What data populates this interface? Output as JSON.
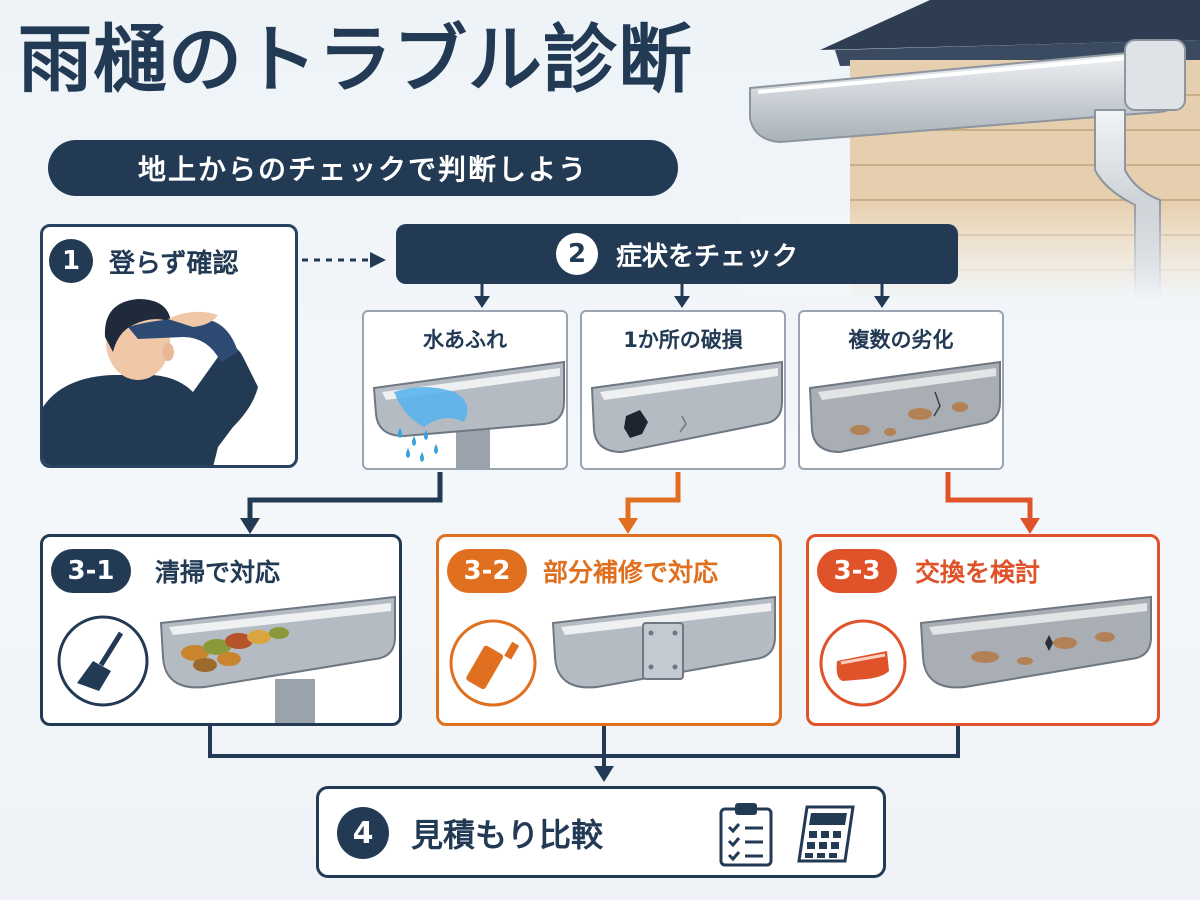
{
  "title": "雨樋のトラブル診断",
  "subtitle": "地上からのチェックで判断しよう",
  "step1": {
    "num": "1",
    "label": "登らず確認"
  },
  "step2": {
    "num": "2",
    "label": "症状をチェック"
  },
  "symptoms": [
    {
      "label": "水あふれ"
    },
    {
      "label": "1か所の破損"
    },
    {
      "label": "複数の劣化"
    }
  ],
  "actions": [
    {
      "num": "3-1",
      "label": "清掃で対応",
      "color": "#233a55"
    },
    {
      "num": "3-2",
      "label": "部分補修で対応",
      "color": "#e07020"
    },
    {
      "num": "3-3",
      "label": "交換を検討",
      "color": "#e0532a"
    }
  ],
  "step4": {
    "num": "4",
    "label": "見積もり比較"
  },
  "colors": {
    "navy": "#233a55",
    "orange": "#e07020",
    "red_orange": "#e0532a",
    "water": "#3aa0e0"
  },
  "icons": [
    "person-looking-icon",
    "broom-icon",
    "sealant-tube-icon",
    "gutter-part-icon",
    "clipboard-icon",
    "calculator-icon"
  ]
}
